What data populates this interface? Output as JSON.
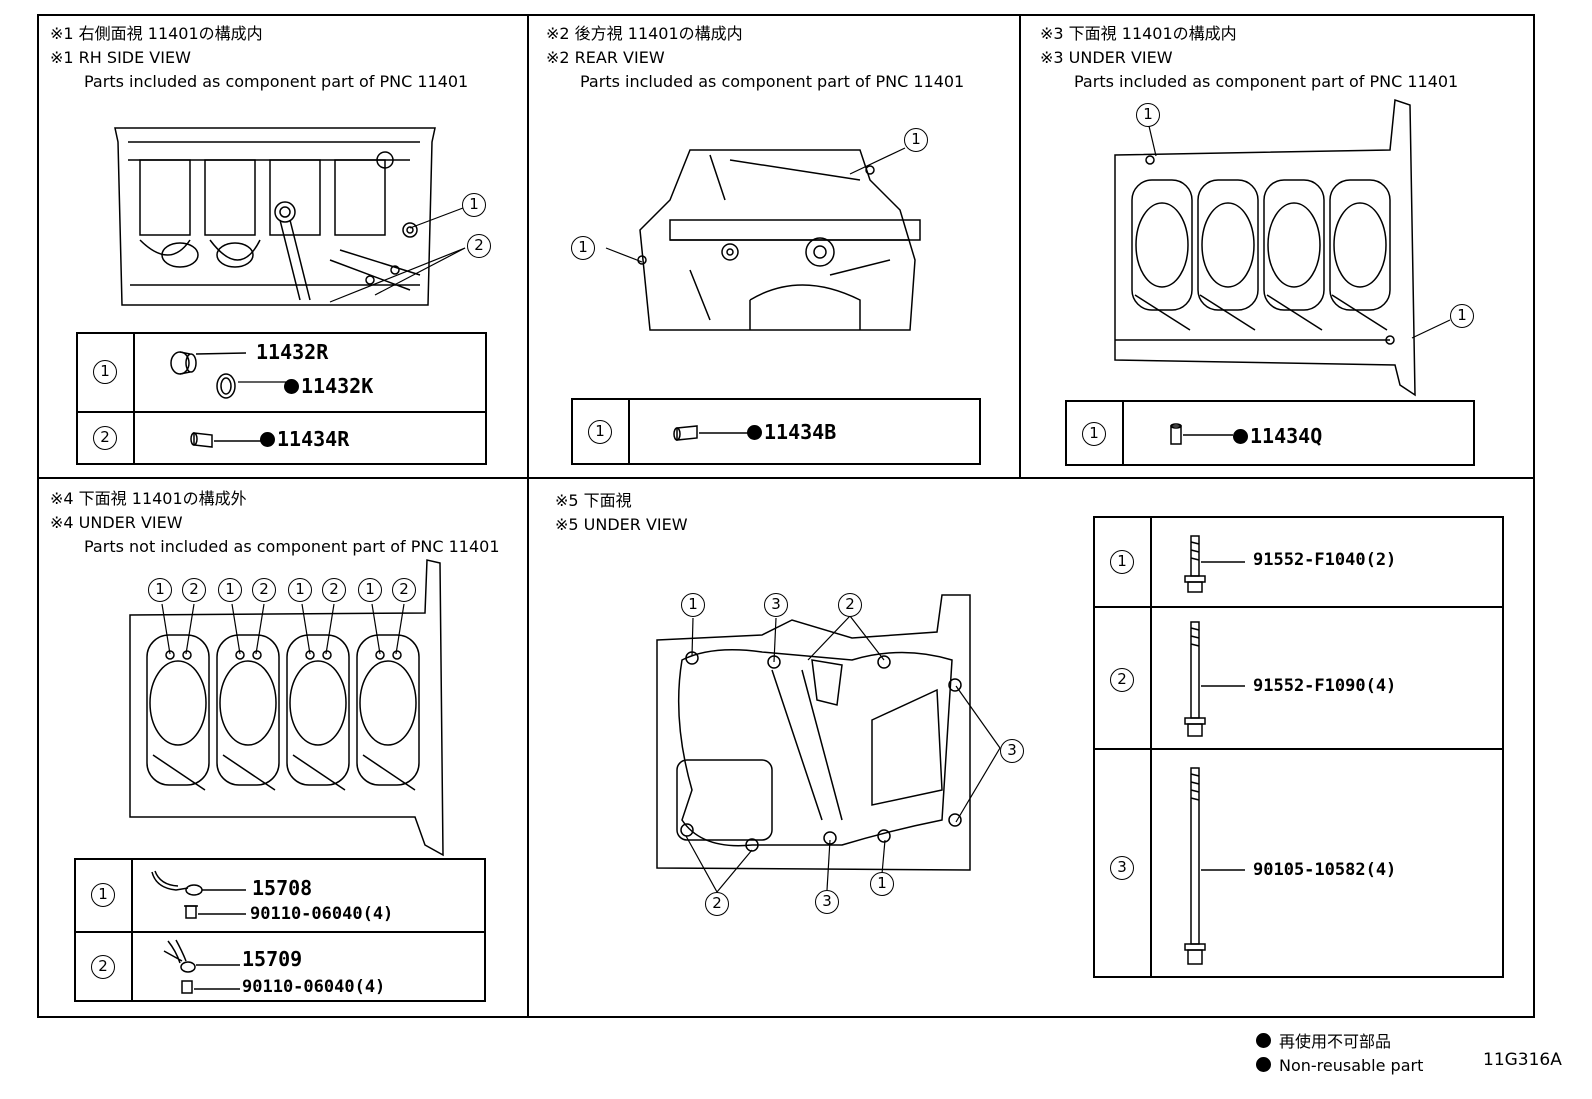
{
  "panels": [
    {
      "line1": "※1 右側面視 11401の構成内",
      "line2": "※1 RH SIDE VIEW",
      "line3": "Parts included as component part of PNC 11401",
      "rows": [
        {
          "num": "1",
          "parts": [
            "11432R",
            "11432K"
          ],
          "nonreusable": [
            false,
            true
          ]
        },
        {
          "num": "2",
          "parts": [
            "11434R"
          ],
          "nonreusable": [
            true
          ]
        }
      ]
    },
    {
      "line1": "※2 後方視 11401の構成内",
      "line2": "※2 REAR VIEW",
      "line3": "Parts included as component part of PNC 11401",
      "rows": [
        {
          "num": "1",
          "parts": [
            "11434B"
          ],
          "nonreusable": [
            true
          ]
        }
      ]
    },
    {
      "line1": "※3 下面視 11401の構成内",
      "line2": "※3 UNDER VIEW",
      "line3": "Parts included as component part of PNC 11401",
      "rows": [
        {
          "num": "1",
          "parts": [
            "11434Q"
          ],
          "nonreusable": [
            true
          ]
        }
      ]
    },
    {
      "line1": "※4 下面視 11401の構成外",
      "line2": "※4 UNDER VIEW",
      "line3": "Parts not included as component part of PNC 11401",
      "rows": [
        {
          "num": "1",
          "parts": [
            "15708",
            "90110-06040(4)"
          ]
        },
        {
          "num": "2",
          "parts": [
            "15709",
            "90110-06040(4)"
          ]
        }
      ]
    },
    {
      "line1": "※5 下面視",
      "line2": "※5 UNDER VIEW",
      "rows": [
        {
          "num": "1",
          "parts": [
            "91552-F1040(2)"
          ]
        },
        {
          "num": "2",
          "parts": [
            "91552-F1090(4)"
          ]
        },
        {
          "num": "3",
          "parts": [
            "90105-10582(4)"
          ]
        }
      ]
    }
  ],
  "callouts": {
    "one": "1",
    "two": "2",
    "three": "3"
  },
  "legend": {
    "ja": "再使用不可部品",
    "en": "Non-reusable part",
    "symbol": "filled-circle"
  },
  "diagram_code": "11G316A"
}
